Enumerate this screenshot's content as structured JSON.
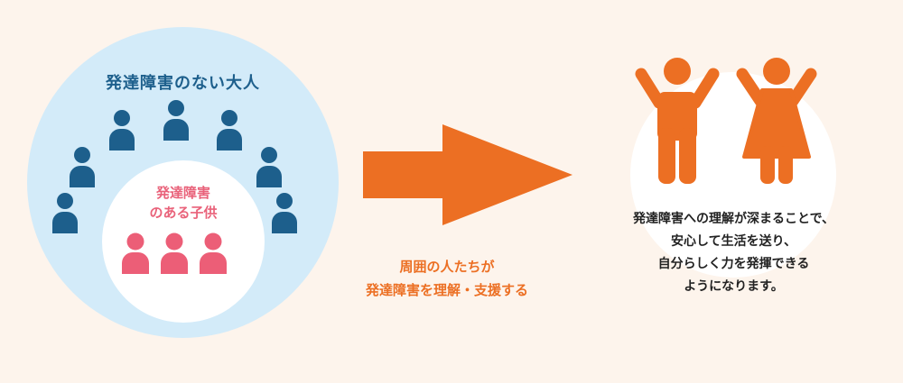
{
  "left": {
    "outer_label": "発達障害のない大人",
    "inner_label_lines": [
      "発達障害",
      "のある子供"
    ],
    "colors": {
      "outer": "#d3ebf9",
      "adult": "#1d5f8c",
      "child": "#ec5e77"
    }
  },
  "middle": {
    "caption_lines": [
      "周囲の人たちが",
      "発達障害を理解・支援する"
    ],
    "arrow_color": "#ec6f23"
  },
  "right": {
    "message_lines": [
      "発達障害への理解が深まることで、",
      "安心して生活を送り、",
      "自分らしく力を発揮できる",
      "ようになります。"
    ],
    "figure_color": "#ec6f23",
    "icons": [
      "boy-arms-up-icon",
      "girl-arms-up-icon"
    ]
  }
}
